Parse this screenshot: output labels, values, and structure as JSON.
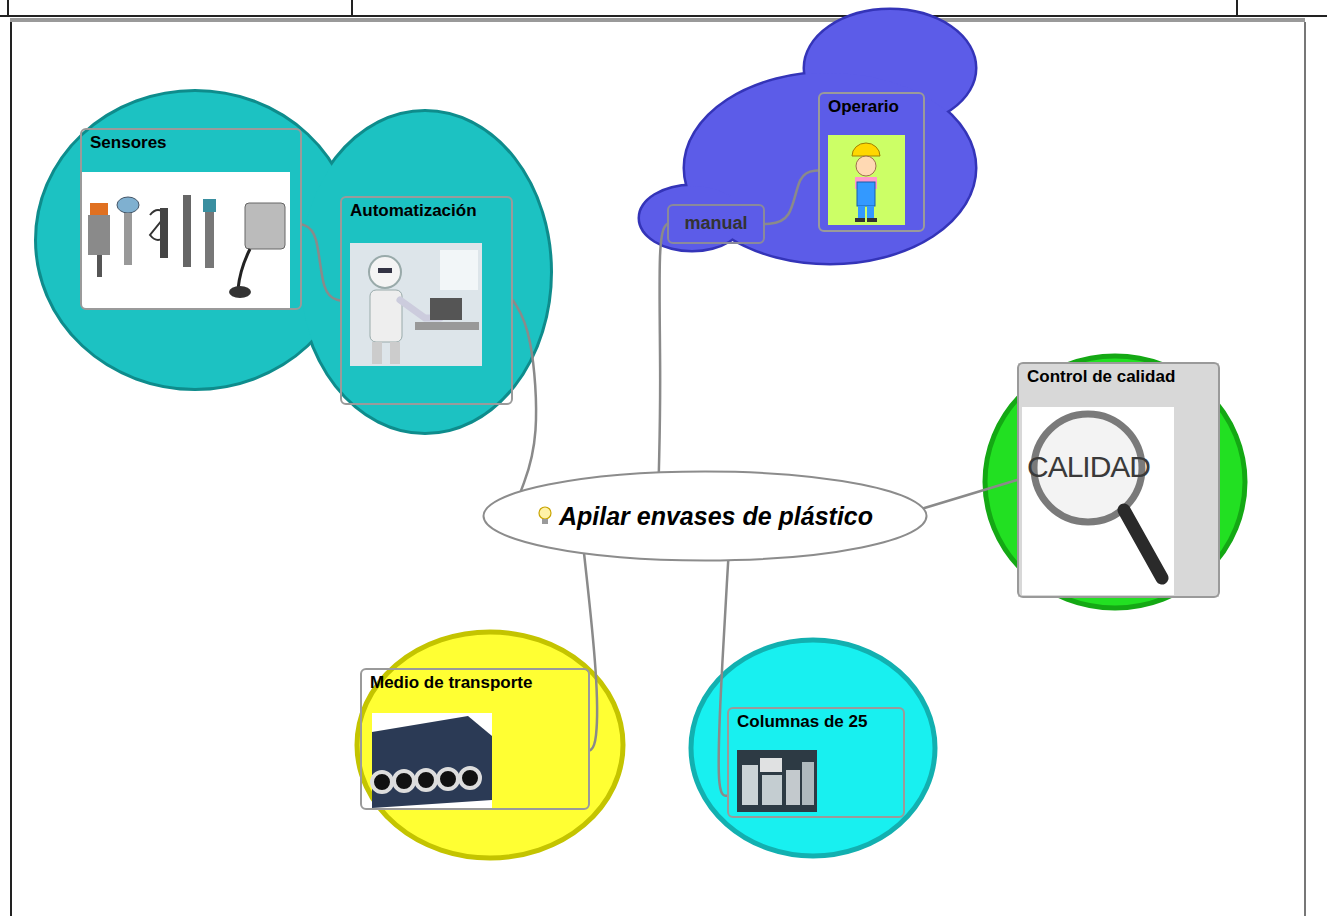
{
  "diagram": {
    "nodes": [
      {
        "text": [
          "Sensores"
        ]
      },
      {
        "text": [
          "Automatización"
        ]
      },
      {
        "text": [
          "manual"
        ]
      },
      {
        "text": [
          "Operario"
        ]
      },
      {
        "text": [
          "Apilar envases de plástico"
        ]
      },
      {
        "text": [
          "Control de calidad"
        ]
      },
      {
        "text": [
          "Medio de transporte"
        ]
      },
      {
        "text": [
          "Columnas de 25"
        ]
      }
    ],
    "edges": [
      {
        "from": 4,
        "to": 1,
        "arrow": "none"
      },
      {
        "from": 1,
        "to": 0,
        "arrow": "none"
      },
      {
        "from": 4,
        "to": 2,
        "arrow": "none"
      },
      {
        "from": 2,
        "to": 3,
        "arrow": "none"
      },
      {
        "from": 4,
        "to": 5,
        "arrow": "none"
      },
      {
        "from": 4,
        "to": 6,
        "arrow": "none"
      },
      {
        "from": 4,
        "to": 7,
        "arrow": "none"
      }
    ],
    "labels": [
      "CALIDAD"
    ]
  }
}
